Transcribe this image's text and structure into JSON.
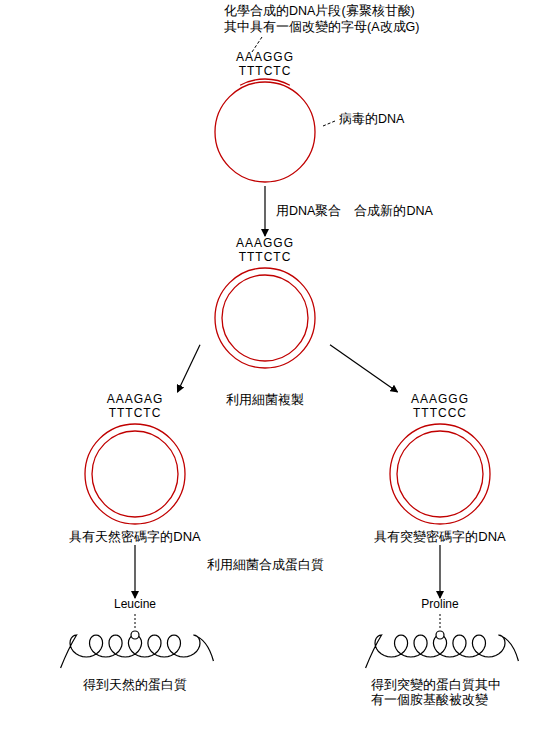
{
  "diagram": {
    "nodes": [
      {
        "text": [
          "AAAGGG",
          "TTTCTC"
        ]
      },
      {
        "text": [
          "AAAGGG",
          "TTTCTC"
        ]
      },
      {
        "text": [
          "AAAGAG",
          "TTTCTC",
          "具有天然密碼字的DNA"
        ]
      },
      {
        "text": [
          "AAAGGG",
          "TTTCCC",
          "具有突變密碼字的DNA"
        ]
      },
      {
        "text": [
          "Leucine",
          "得到天然的蛋白質"
        ]
      },
      {
        "text": [
          "Proline",
          "得到突變的蛋白質其中 有一個胺基酸被改變"
        ]
      }
    ],
    "edges": [
      {
        "from": 0,
        "to": 1,
        "arrow": "to",
        "label": "用DNA聚合　合成新的DNA"
      },
      {
        "from": 1,
        "to": 2,
        "arrow": "to"
      },
      {
        "from": 1,
        "to": 3,
        "arrow": "to"
      },
      {
        "from": 2,
        "to": 4,
        "arrow": "to"
      },
      {
        "from": 3,
        "to": 5,
        "arrow": "to"
      }
    ],
    "labels": [
      "化學合成的DNA片段(寡聚核甘酸)",
      "其中具有一個改變的字母(A改成G)",
      "病毒的DNA",
      "利用細菌複製",
      "利用細菌合成蛋白質"
    ]
  }
}
